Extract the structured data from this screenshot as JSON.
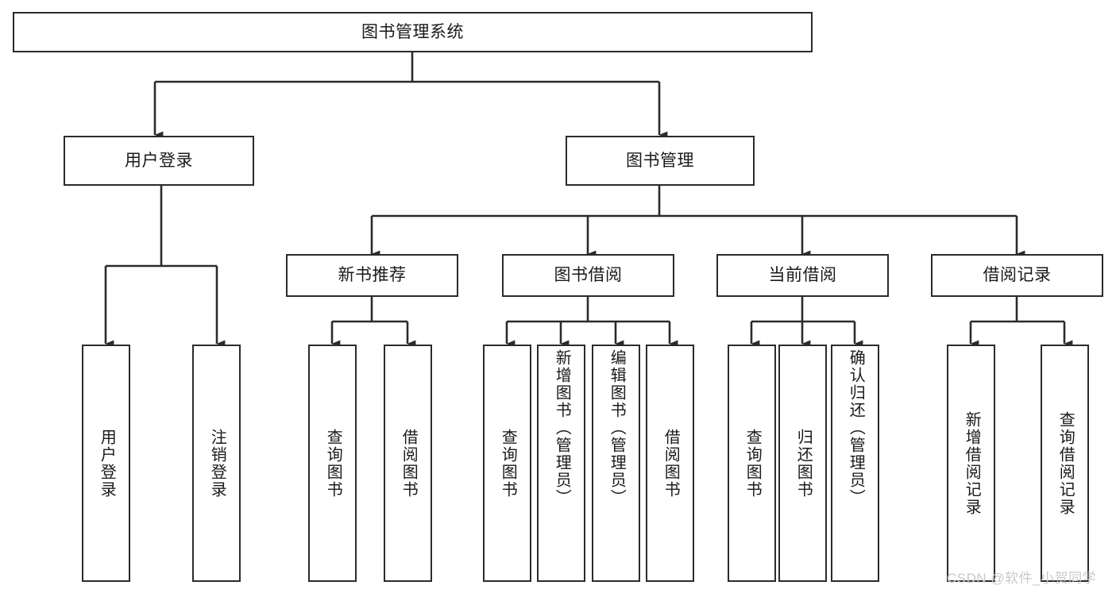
{
  "diagram": {
    "type": "tree-hierarchy-functional-decomposition",
    "title": "图书管理系统",
    "watermark": "CSDN @软件_小贺同学",
    "colors": {
      "stroke": "#2b2b2b",
      "fill": "#ffffff",
      "text": "#1a1a1a",
      "watermark": "#c9c9c9"
    },
    "levels": [
      {
        "level": 1,
        "nodes": [
          {
            "id": "root",
            "label": "图书管理系统",
            "orientation": "horizontal"
          }
        ]
      },
      {
        "level": 2,
        "nodes": [
          {
            "id": "login",
            "label": "用户登录",
            "orientation": "horizontal",
            "parent": "root"
          },
          {
            "id": "bookmgmt",
            "label": "图书管理",
            "orientation": "horizontal",
            "parent": "root"
          }
        ]
      },
      {
        "level": 3,
        "nodes": [
          {
            "id": "newbook",
            "label": "新书推荐",
            "orientation": "horizontal",
            "parent": "bookmgmt"
          },
          {
            "id": "borrow",
            "label": "图书借阅",
            "orientation": "horizontal",
            "parent": "bookmgmt"
          },
          {
            "id": "current",
            "label": "当前借阅",
            "orientation": "horizontal",
            "parent": "bookmgmt"
          },
          {
            "id": "records",
            "label": "借阅记录",
            "orientation": "horizontal",
            "parent": "bookmgmt"
          }
        ]
      },
      {
        "level": 4,
        "nodes": [
          {
            "id": "leaf-1",
            "label": "用户登录",
            "orientation": "vertical",
            "parent": "login"
          },
          {
            "id": "leaf-2",
            "label": "注销登录",
            "orientation": "vertical",
            "parent": "login"
          },
          {
            "id": "leaf-3",
            "label": "查询图书",
            "orientation": "vertical",
            "parent": "newbook"
          },
          {
            "id": "leaf-4",
            "label": "借阅图书",
            "orientation": "vertical",
            "parent": "newbook"
          },
          {
            "id": "leaf-5",
            "label": "查询图书",
            "orientation": "vertical",
            "parent": "borrow"
          },
          {
            "id": "leaf-6",
            "label": "新增图书（管理员）",
            "orientation": "vertical",
            "parent": "borrow"
          },
          {
            "id": "leaf-7",
            "label": "编辑图书（管理员）",
            "orientation": "vertical",
            "parent": "borrow"
          },
          {
            "id": "leaf-8",
            "label": "借阅图书",
            "orientation": "vertical",
            "parent": "borrow"
          },
          {
            "id": "leaf-9",
            "label": "查询图书",
            "orientation": "vertical",
            "parent": "current"
          },
          {
            "id": "leaf-10",
            "label": "归还图书",
            "orientation": "vertical",
            "parent": "current"
          },
          {
            "id": "leaf-11",
            "label": "确认归还（管理员）",
            "orientation": "vertical",
            "parent": "current"
          },
          {
            "id": "leaf-12",
            "label": "新增借阅记录",
            "orientation": "vertical",
            "parent": "records"
          },
          {
            "id": "leaf-13",
            "label": "查询借阅记录",
            "orientation": "vertical",
            "parent": "records"
          }
        ]
      }
    ]
  }
}
